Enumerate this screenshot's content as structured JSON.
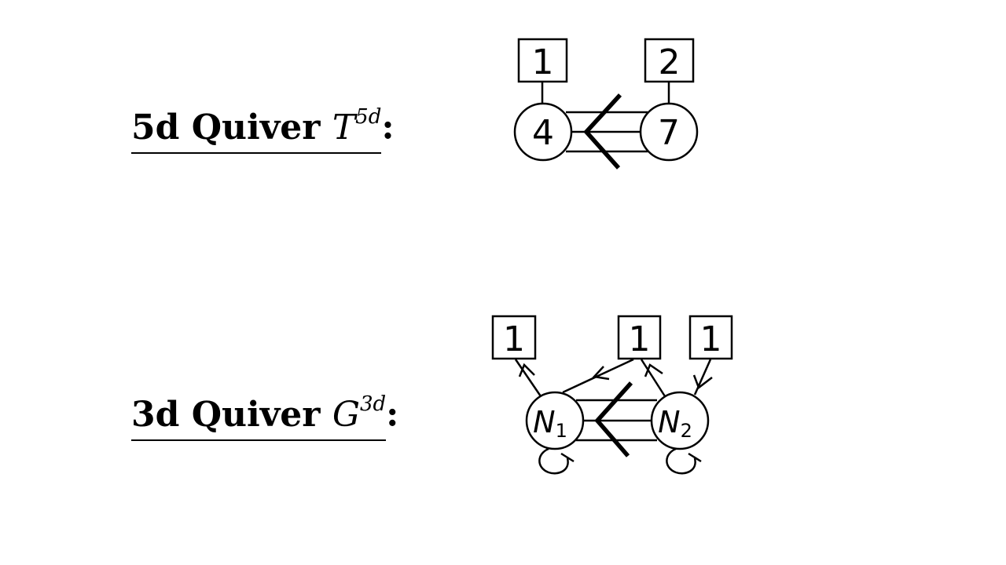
{
  "quiver_5d": {
    "title": "5d Quiver",
    "symbol_base": "T",
    "symbol_sup": "5d",
    "colon": ":",
    "gauge_nodes": [
      "4",
      "7"
    ],
    "flavor_nodes": [
      "1",
      "2"
    ]
  },
  "quiver_3d": {
    "title": "3d Quiver",
    "symbol_base": "G",
    "symbol_sup": "3d",
    "colon": ":",
    "gauge_nodes": [
      {
        "base": "N",
        "sub": "1"
      },
      {
        "base": "N",
        "sub": "2"
      }
    ],
    "flavor_nodes": [
      "1",
      "1",
      "1"
    ]
  },
  "colors": {
    "stroke": "#000000",
    "background": "#ffffff"
  }
}
